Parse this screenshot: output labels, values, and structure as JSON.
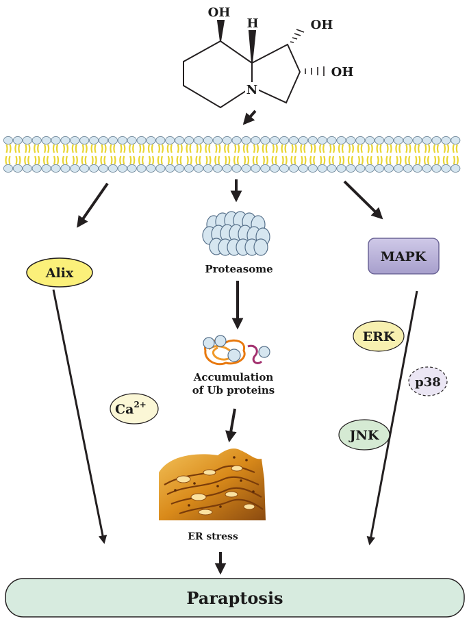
{
  "molecule": {
    "oh_top": "OH",
    "h_top": "H",
    "oh_right_upper": "OH",
    "oh_right_lower": "OH",
    "n_atom": "N"
  },
  "nodes": {
    "alix": "Alix",
    "proteasome": "Proteasome",
    "mapk": "MAPK",
    "erk": "ERK",
    "p38": "p38",
    "jnk": "JNK",
    "calcium_base": "Ca",
    "calcium_charge": "2+",
    "accumulation_line1": "Accumulation",
    "accumulation_line2": "of Ub proteins",
    "er_stress": "ER stress",
    "paraptosis": "Paraptosis"
  },
  "colors": {
    "alix_fill": "#fbf07a",
    "mapk_fill": "#b9b2d8",
    "erk_fill": "#f7f0b0",
    "jnk_fill": "#d5ead3",
    "calcium_fill": "#fbf7d6",
    "paraptosis_fill": "#d7ebdf",
    "lipid_head": "#d6e6f0",
    "lipid_tail": "#e9d532",
    "arrow": "#231f20"
  }
}
